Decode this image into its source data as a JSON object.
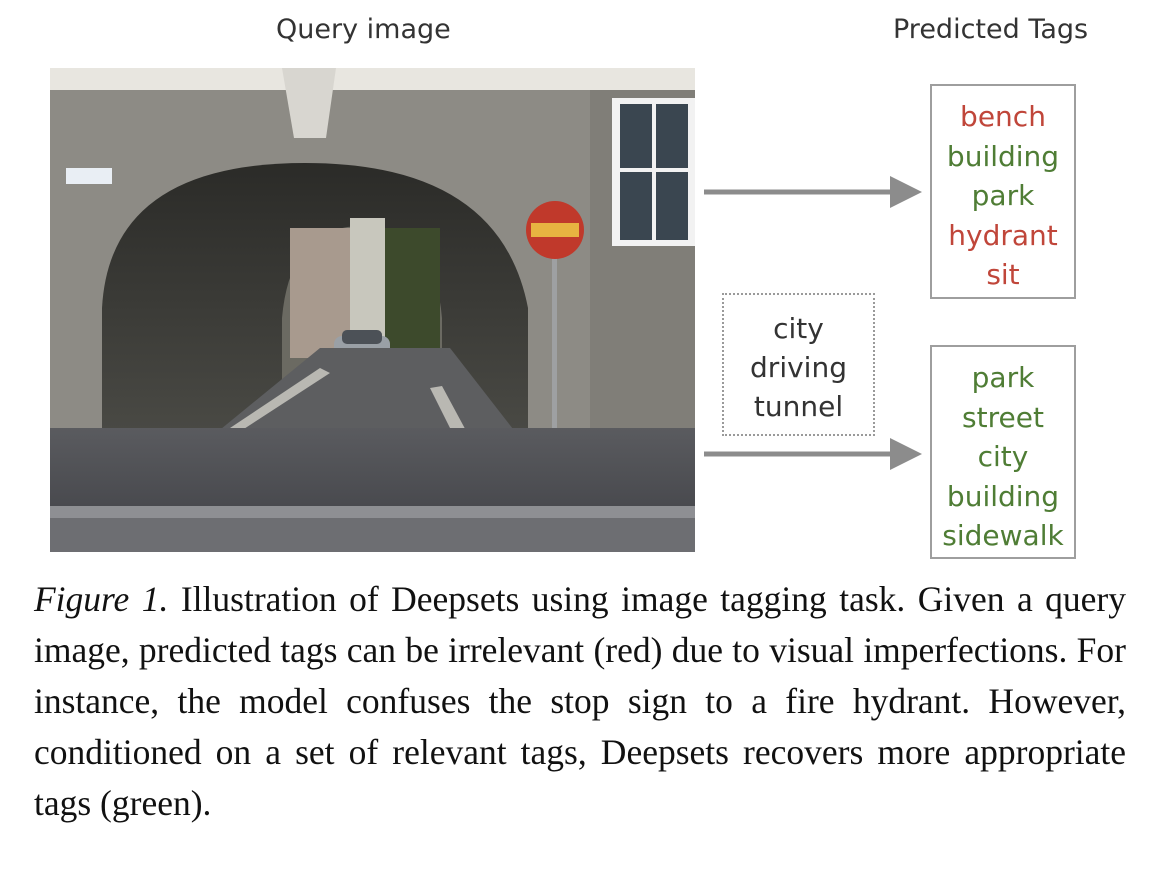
{
  "labels": {
    "query": "Query image",
    "predicted": "Predicted Tags"
  },
  "colors": {
    "irrelevant": "#c0463a",
    "relevant": "#4f7d35",
    "arrow": "#8c8c8c"
  },
  "predicted_tags": [
    {
      "text": "bench",
      "relevant": false
    },
    {
      "text": "building",
      "relevant": true
    },
    {
      "text": "park",
      "relevant": true
    },
    {
      "text": "hydrant",
      "relevant": false
    },
    {
      "text": "sit",
      "relevant": false
    }
  ],
  "condition_tags": [
    "city",
    "driving",
    "tunnel"
  ],
  "recovered_tags": [
    {
      "text": "park",
      "relevant": true
    },
    {
      "text": "street",
      "relevant": true
    },
    {
      "text": "city",
      "relevant": true
    },
    {
      "text": "building",
      "relevant": true
    },
    {
      "text": "sidewalk",
      "relevant": true
    }
  ],
  "caption": {
    "figure_label": "Figure 1.",
    "text": " Illustration of Deepsets using image tagging task. Given a query image, predicted tags can be irrelevant (red) due to visual imperfections. For instance, the model confuses the stop sign to a fire hydrant. However, conditioned on a set of relevant tags, Deepsets recovers more appropriate tags (green)."
  }
}
